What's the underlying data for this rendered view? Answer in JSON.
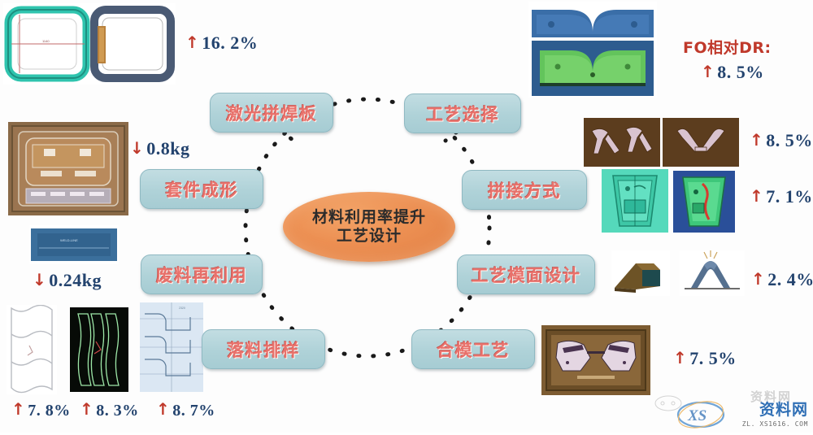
{
  "center": {
    "line1": "材料利用率提升",
    "line2": "工艺设计"
  },
  "nodes": [
    {
      "id": "laser-welded-blank",
      "label": "激光拼焊板"
    },
    {
      "id": "process-selection",
      "label": "工艺选择"
    },
    {
      "id": "kit-forming",
      "label": "套件成形"
    },
    {
      "id": "splicing-method",
      "label": "拼接方式"
    },
    {
      "id": "scrap-reuse",
      "label": "废料再利用"
    },
    {
      "id": "die-face-design",
      "label": "工艺模面设计"
    },
    {
      "id": "blank-nesting",
      "label": "落料排样"
    },
    {
      "id": "die-closing",
      "label": "合模工艺"
    }
  ],
  "stats": {
    "top_left": {
      "arrow": "↑",
      "value": "16. 2%"
    },
    "left_kit": {
      "arrow": "↓",
      "value": "0.8kg"
    },
    "left_scrap": {
      "arrow": "↓",
      "value": "0.24kg"
    },
    "bottom_1": {
      "arrow": "↑",
      "value": "7. 8%"
    },
    "bottom_2": {
      "arrow": "↑",
      "value": "8. 3%"
    },
    "bottom_3": {
      "arrow": "↑",
      "value": "8. 7%"
    },
    "top_right_title": "FO相对DR:",
    "top_right": {
      "arrow": "↑",
      "value": "8. 5%"
    },
    "right_splice_1": {
      "arrow": "↑",
      "value": "8. 5%"
    },
    "right_splice_2": {
      "arrow": "↑",
      "value": "7. 1%"
    },
    "right_dieface": {
      "arrow": "↑",
      "value": "2. 4%"
    },
    "right_closing": {
      "arrow": "↑",
      "value": "7. 5%"
    }
  },
  "watermark": {
    "cn": "资料网",
    "url": "ZL. XS1616. COM",
    "ghost": "资料网"
  },
  "colors": {
    "node_fill": "#afd2d8",
    "node_text": "#e8716b",
    "center_fill": "#ec8f52",
    "stat_text": "#23436e",
    "arrow_red": "#c0392b"
  }
}
